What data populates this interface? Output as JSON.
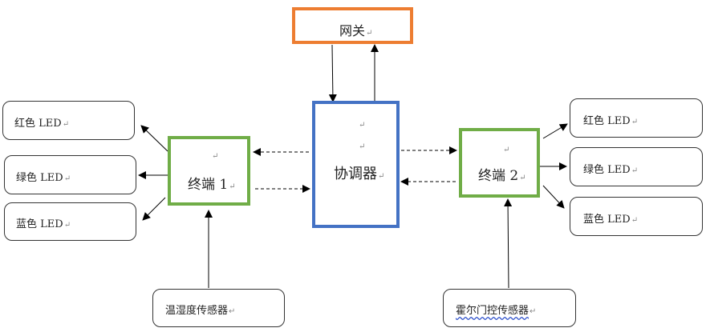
{
  "diagram": {
    "gateway": {
      "label": "网关"
    },
    "coordinator": {
      "label": "协调器"
    },
    "terminal1": {
      "label": "终端 1"
    },
    "terminal2": {
      "label": "终端 2"
    },
    "left_leds": [
      {
        "label": "红色 LED"
      },
      {
        "label": "绿色 LED"
      },
      {
        "label": "蓝色 LED"
      }
    ],
    "right_leds": [
      {
        "label": "红色 LED"
      },
      {
        "label": "绿色 LED"
      },
      {
        "label": "蓝色 LED"
      }
    ],
    "sensor1": {
      "label": "温湿度传感器"
    },
    "sensor2": {
      "label": "霍尔门控传感器"
    },
    "paragraph_mark": "↵",
    "colors": {
      "gateway_border": "#ed7d31",
      "coordinator_border": "#4472c4",
      "terminal_border": "#70ad47"
    }
  }
}
